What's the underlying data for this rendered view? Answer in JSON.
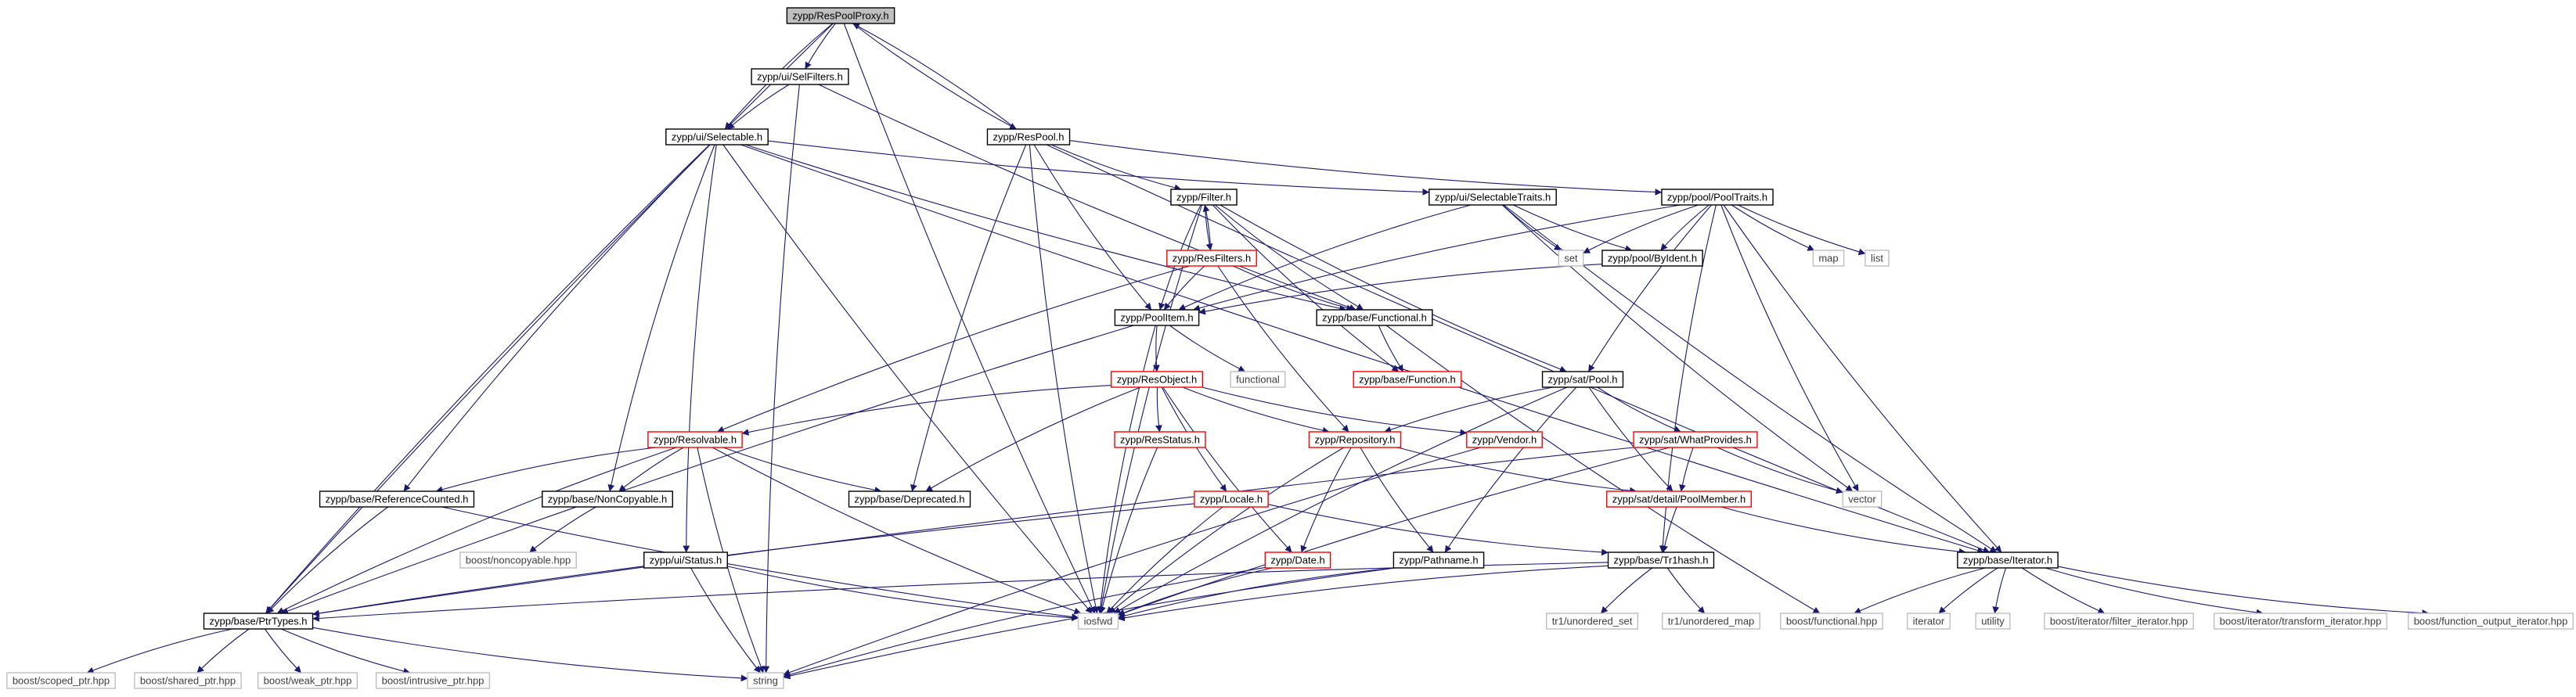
{
  "diagram": {
    "colors": {
      "edge": "#191970",
      "focus_fill": "#bfbfbf",
      "normal_border": "#000000",
      "red_border": "#ff0000",
      "external_border": "#bfbfbf",
      "external_text": "#404040"
    },
    "nodes": [
      {
        "id": "respoolproxy",
        "label": "zypp/ResPoolProxy.h",
        "style": "focus"
      },
      {
        "id": "selfilters",
        "label": "zypp/ui/SelFilters.h",
        "style": "normal"
      },
      {
        "id": "selectable",
        "label": "zypp/ui/Selectable.h",
        "style": "normal"
      },
      {
        "id": "respool",
        "label": "zypp/ResPool.h",
        "style": "normal"
      },
      {
        "id": "filter",
        "label": "zypp/Filter.h",
        "style": "normal"
      },
      {
        "id": "resfilters",
        "label": "zypp/ResFilters.h",
        "style": "red"
      },
      {
        "id": "selectabletraits",
        "label": "zypp/ui/SelectableTraits.h",
        "style": "normal"
      },
      {
        "id": "pooltraits",
        "label": "zypp/pool/PoolTraits.h",
        "style": "normal"
      },
      {
        "id": "set",
        "label": "set",
        "style": "external"
      },
      {
        "id": "byident",
        "label": "zypp/pool/ByIdent.h",
        "style": "normal"
      },
      {
        "id": "map",
        "label": "map",
        "style": "external"
      },
      {
        "id": "list",
        "label": "list",
        "style": "external"
      },
      {
        "id": "poolitem",
        "label": "zypp/PoolItem.h",
        "style": "normal"
      },
      {
        "id": "functional_h",
        "label": "zypp/base/Functional.h",
        "style": "normal"
      },
      {
        "id": "functional",
        "label": "functional",
        "style": "external"
      },
      {
        "id": "function_h",
        "label": "zypp/base/Function.h",
        "style": "red"
      },
      {
        "id": "resobject",
        "label": "zypp/ResObject.h",
        "style": "red"
      },
      {
        "id": "satpool",
        "label": "zypp/sat/Pool.h",
        "style": "normal"
      },
      {
        "id": "resolvable",
        "label": "zypp/Resolvable.h",
        "style": "red"
      },
      {
        "id": "resstatus",
        "label": "zypp/ResStatus.h",
        "style": "red"
      },
      {
        "id": "repository",
        "label": "zypp/Repository.h",
        "style": "red"
      },
      {
        "id": "vendor",
        "label": "zypp/Vendor.h",
        "style": "red"
      },
      {
        "id": "whatprovides",
        "label": "zypp/sat/WhatProvides.h",
        "style": "red"
      },
      {
        "id": "refcounted",
        "label": "zypp/base/ReferenceCounted.h",
        "style": "normal"
      },
      {
        "id": "noncopyable",
        "label": "zypp/base/NonCopyable.h",
        "style": "normal"
      },
      {
        "id": "deprecated",
        "label": "zypp/base/Deprecated.h",
        "style": "normal"
      },
      {
        "id": "locale",
        "label": "zypp/Locale.h",
        "style": "red"
      },
      {
        "id": "poolmember",
        "label": "zypp/sat/detail/PoolMember.h",
        "style": "red"
      },
      {
        "id": "vector",
        "label": "vector",
        "style": "external"
      },
      {
        "id": "boost_noncopyable",
        "label": "boost/noncopyable.hpp",
        "style": "external"
      },
      {
        "id": "status",
        "label": "zypp/ui/Status.h",
        "style": "normal"
      },
      {
        "id": "date",
        "label": "zypp/Date.h",
        "style": "red"
      },
      {
        "id": "pathname",
        "label": "zypp/Pathname.h",
        "style": "normal"
      },
      {
        "id": "trhash",
        "label": "zypp/base/Tr1hash.h",
        "style": "normal"
      },
      {
        "id": "iterator_h",
        "label": "zypp/base/Iterator.h",
        "style": "normal"
      },
      {
        "id": "ptrtypes",
        "label": "zypp/base/PtrTypes.h",
        "style": "normal"
      },
      {
        "id": "iosfwd",
        "label": "iosfwd",
        "style": "external"
      },
      {
        "id": "tr1_unordered_set",
        "label": "tr1/unordered_set",
        "style": "external"
      },
      {
        "id": "tr1_unordered_map",
        "label": "tr1/unordered_map",
        "style": "external"
      },
      {
        "id": "boost_functional",
        "label": "boost/functional.hpp",
        "style": "external"
      },
      {
        "id": "iterator",
        "label": "iterator",
        "style": "external"
      },
      {
        "id": "utility",
        "label": "utility",
        "style": "external"
      },
      {
        "id": "boost_filter_iterator",
        "label": "boost/iterator/filter_iterator.hpp",
        "style": "external"
      },
      {
        "id": "boost_transform_iterator",
        "label": "boost/iterator/transform_iterator.hpp",
        "style": "external"
      },
      {
        "id": "boost_function_output_iterator",
        "label": "boost/function_output_iterator.hpp",
        "style": "external"
      },
      {
        "id": "boost_scoped_ptr",
        "label": "boost/scoped_ptr.hpp",
        "style": "external"
      },
      {
        "id": "boost_shared_ptr",
        "label": "boost/shared_ptr.hpp",
        "style": "external"
      },
      {
        "id": "boost_weak_ptr",
        "label": "boost/weak_ptr.hpp",
        "style": "external"
      },
      {
        "id": "boost_intrusive_ptr",
        "label": "boost/intrusive_ptr.hpp",
        "style": "external"
      },
      {
        "id": "string",
        "label": "string",
        "style": "external"
      }
    ],
    "edges": [
      [
        "respoolproxy",
        "selfilters"
      ],
      [
        "respoolproxy",
        "selectable"
      ],
      [
        "respoolproxy",
        "respool"
      ],
      [
        "respoolproxy",
        "ptrtypes"
      ],
      [
        "respoolproxy",
        "iosfwd"
      ],
      [
        "selfilters",
        "selectable"
      ],
      [
        "selfilters",
        "string"
      ],
      [
        "selfilters",
        "functional_h"
      ],
      [
        "respool",
        "respoolproxy"
      ],
      [
        "respool",
        "filter"
      ],
      [
        "respool",
        "poolitem"
      ],
      [
        "respool",
        "deprecated"
      ],
      [
        "respool",
        "iosfwd"
      ],
      [
        "respool",
        "iterator_h"
      ],
      [
        "respool",
        "pooltraits"
      ],
      [
        "selectable",
        "selectabletraits"
      ],
      [
        "selectable",
        "ptrtypes"
      ],
      [
        "selectable",
        "refcounted"
      ],
      [
        "selectable",
        "noncopyable"
      ],
      [
        "selectable",
        "status"
      ],
      [
        "selectable",
        "iosfwd"
      ],
      [
        "selectable",
        "iterator_h"
      ],
      [
        "selectable",
        "functional_h"
      ],
      [
        "filter",
        "resfilters"
      ],
      [
        "filter",
        "poolitem"
      ],
      [
        "filter",
        "functional_h"
      ],
      [
        "filter",
        "function_h"
      ],
      [
        "filter",
        "iosfwd"
      ],
      [
        "filter",
        "satpool"
      ],
      [
        "resfilters",
        "filter"
      ],
      [
        "resfilters",
        "poolitem"
      ],
      [
        "resfilters",
        "functional_h"
      ],
      [
        "resfilters",
        "resolvable"
      ],
      [
        "resfilters",
        "repository"
      ],
      [
        "selectabletraits",
        "set"
      ],
      [
        "selectabletraits",
        "byident"
      ],
      [
        "selectabletraits",
        "poolitem"
      ],
      [
        "selectabletraits",
        "vector"
      ],
      [
        "selectabletraits",
        "iterator_h"
      ],
      [
        "pooltraits",
        "set"
      ],
      [
        "pooltraits",
        "map"
      ],
      [
        "pooltraits",
        "list"
      ],
      [
        "pooltraits",
        "vector"
      ],
      [
        "pooltraits",
        "byident"
      ],
      [
        "pooltraits",
        "poolitem"
      ],
      [
        "pooltraits",
        "satpool"
      ],
      [
        "pooltraits",
        "iterator_h"
      ],
      [
        "pooltraits",
        "trhash"
      ],
      [
        "byident",
        "poolitem"
      ],
      [
        "poolitem",
        "functional"
      ],
      [
        "poolitem",
        "resobject"
      ],
      [
        "poolitem",
        "ptrtypes"
      ],
      [
        "poolitem",
        "iosfwd"
      ],
      [
        "functional_h",
        "function_h"
      ],
      [
        "functional_h",
        "boost_functional"
      ],
      [
        "resobject",
        "resolvable"
      ],
      [
        "resobject",
        "resstatus"
      ],
      [
        "resobject",
        "repository"
      ],
      [
        "resobject",
        "vendor"
      ],
      [
        "resobject",
        "deprecated"
      ],
      [
        "resobject",
        "locale"
      ],
      [
        "resobject",
        "date"
      ],
      [
        "satpool",
        "repository"
      ],
      [
        "satpool",
        "whatprovides"
      ],
      [
        "satpool",
        "poolmember"
      ],
      [
        "satpool",
        "iosfwd"
      ],
      [
        "satpool",
        "pathname"
      ],
      [
        "resolvable",
        "refcounted"
      ],
      [
        "resolvable",
        "noncopyable"
      ],
      [
        "resolvable",
        "deprecated"
      ],
      [
        "resolvable",
        "ptrtypes"
      ],
      [
        "resolvable",
        "iosfwd"
      ],
      [
        "resolvable",
        "string"
      ],
      [
        "resstatus",
        "iosfwd"
      ],
      [
        "repository",
        "poolmember"
      ],
      [
        "repository",
        "date"
      ],
      [
        "repository",
        "pathname"
      ],
      [
        "repository",
        "iosfwd"
      ],
      [
        "vendor",
        "string"
      ],
      [
        "whatprovides",
        "poolmember"
      ],
      [
        "whatprovides",
        "vector"
      ],
      [
        "whatprovides",
        "ptrtypes"
      ],
      [
        "whatprovides",
        "iosfwd"
      ],
      [
        "refcounted",
        "ptrtypes"
      ],
      [
        "refcounted",
        "iosfwd"
      ],
      [
        "noncopyable",
        "boost_noncopyable"
      ],
      [
        "locale",
        "trhash"
      ],
      [
        "locale",
        "iosfwd"
      ],
      [
        "locale",
        "ptrtypes"
      ],
      [
        "poolmember",
        "trhash"
      ],
      [
        "poolmember",
        "iterator_h"
      ],
      [
        "status",
        "iosfwd"
      ],
      [
        "status",
        "string"
      ],
      [
        "date",
        "iosfwd"
      ],
      [
        "date",
        "string"
      ],
      [
        "pathname",
        "iosfwd"
      ],
      [
        "pathname",
        "string"
      ],
      [
        "trhash",
        "tr1_unordered_set"
      ],
      [
        "trhash",
        "tr1_unordered_map"
      ],
      [
        "trhash",
        "iosfwd"
      ],
      [
        "trhash",
        "ptrtypes"
      ],
      [
        "iterator_h",
        "iterator"
      ],
      [
        "iterator_h",
        "utility"
      ],
      [
        "iterator_h",
        "boost_functional"
      ],
      [
        "iterator_h",
        "boost_filter_iterator"
      ],
      [
        "iterator_h",
        "boost_transform_iterator"
      ],
      [
        "iterator_h",
        "boost_function_output_iterator"
      ],
      [
        "ptrtypes",
        "boost_scoped_ptr"
      ],
      [
        "ptrtypes",
        "boost_shared_ptr"
      ],
      [
        "ptrtypes",
        "boost_weak_ptr"
      ],
      [
        "ptrtypes",
        "boost_intrusive_ptr"
      ],
      [
        "ptrtypes",
        "string"
      ]
    ]
  }
}
